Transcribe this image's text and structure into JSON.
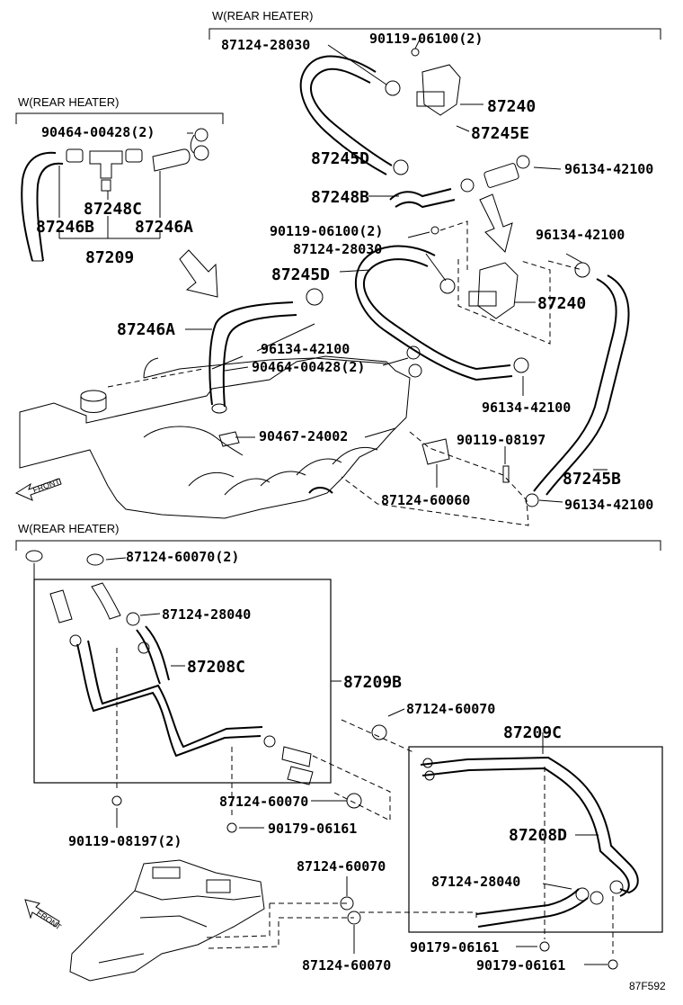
{
  "diagram": {
    "code": "87F592",
    "sections": {
      "top_right": "W(REAR HEATER)",
      "top_left": "W(REAR HEATER)",
      "bottom": "W(REAR HEATER)"
    },
    "front_labels": [
      "FRONT",
      "FRONT"
    ],
    "parts": {
      "p_87124_28030_a": "87124-28030",
      "p_90119_06100_a": "90119-06100(2)",
      "p_87240_a": "87240",
      "p_87245E": "87245E",
      "p_87245D_a": "87245D",
      "p_96134_42100_a": "96134-42100",
      "p_87248B": "87248B",
      "p_90464_00428_a": "90464-00428(2)",
      "p_87248C": "87248C",
      "p_87246B": "87246B",
      "p_87246A_a": "87246A",
      "p_87209": "87209",
      "p_90119_06100_b": "90119-06100(2)",
      "p_87124_28030_b": "87124-28030",
      "p_96134_42100_b": "96134-42100",
      "p_87245D_b": "87245D",
      "p_87240_b": "87240",
      "p_87246A_b": "87246A",
      "p_96134_42100_c": "96134-42100",
      "p_90464_00428_b": "90464-00428(2)",
      "p_96134_42100_d": "96134-42100",
      "p_90467_24002": "90467-24002",
      "p_90119_08197_a": "90119-08197",
      "p_87245B": "87245B",
      "p_87124_60060": "87124-60060",
      "p_96134_42100_e": "96134-42100",
      "p_87124_60070_a": "87124-60070(2)",
      "p_87124_28040_a": "87124-28040",
      "p_87208C": "87208C",
      "p_87209B": "87209B",
      "p_87124_60070_b": "87124-60070",
      "p_87209C": "87209C",
      "p_87124_60070_c": "87124-60070",
      "p_90179_06161_a": "90179-06161",
      "p_90119_08197_b": "90119-08197(2)",
      "p_87208D": "87208D",
      "p_87124_60070_d": "87124-60070",
      "p_87124_28040_b": "87124-28040",
      "p_90179_06161_b": "90179-06161",
      "p_90179_06161_c": "90179-06161",
      "p_87124_60070_e": "87124-60070"
    }
  }
}
